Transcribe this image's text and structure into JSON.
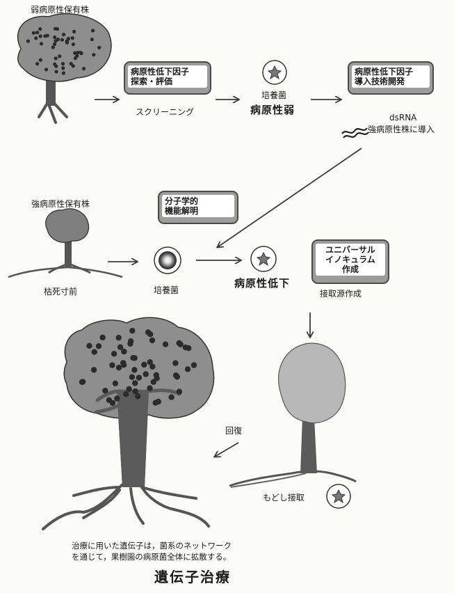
{
  "top_left_label": "弱病原性保有株",
  "box_screening": "病原性低下因子\n探索・評価",
  "screening_label": "スクリーニング",
  "culture_top_label": "培養菌",
  "weak_pathogenic_label": "病原性弱",
  "box_introduction": "病原性低下因子\n導入技術開発",
  "dsrna_label": "dsRNA",
  "introduce_label": "強病原性株に導入",
  "strong_holder_label": "強病原性保有株",
  "box_molecular": "分子学的\n機能解明",
  "before_death_label": "枯死寸前",
  "culture_mid_label": "培養菌",
  "reduced_pathogenic_label": "病原性低下",
  "box_inoculum": "ユニバーサル\nイノキュラム\n作成",
  "inoculum_source_label": "接取源作成",
  "recovery_label": "回復",
  "reinoculation_label": "もどし接取",
  "note_text": "治療に用いた遺伝子は，菌系のネットワーク\nを通じて，果樹園の病原菌全体に拡散する。",
  "title": "遺伝子治療",
  "colors": {
    "canopy_gray": "#8e8e8e",
    "canopy_light": "#b8b8b8",
    "trunk": "#555555",
    "dot": "#2b2b2b",
    "box_gray": "#9c9c9c",
    "line": "#3a3a3a"
  },
  "icons": [
    "star-fungus-icon",
    "culture-dish-icon",
    "dsrna-strand-icon"
  ]
}
